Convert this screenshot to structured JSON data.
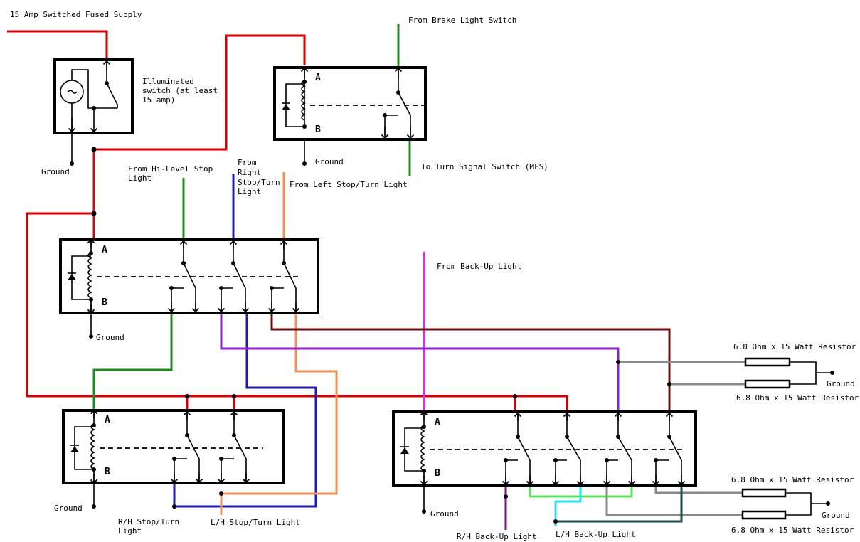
{
  "colors": {
    "red": "#d40000",
    "darkred": "#b01a1a",
    "green": "#1f8a1f",
    "blue": "#1d1daa",
    "orange": "#f0905a",
    "magenta": "#e12be1",
    "purple": "#8a22c8",
    "maroon": "#6b0d0d",
    "grey": "#8a8a8a",
    "limegreen": "#5de05d",
    "cyan": "#25e0f0",
    "darkpurple": "#6a1a6a",
    "darkteal": "#1a4a4a",
    "black": "#000000"
  },
  "labels": {
    "supply": "15 Amp Switched Fused Supply",
    "brake_switch": "From Brake Light Switch",
    "illum_1": "Illuminated",
    "illum_2": "switch (at least",
    "illum_3": "15 amp)",
    "turn_signal_switch": "To Turn Signal Switch (MFS)",
    "ground": "Ground",
    "hi_level_1": "From Hi-Level Stop",
    "hi_level_2": "Light",
    "right_stop_1": "From",
    "right_stop_2": "Right",
    "right_stop_3": "Stop/Turn",
    "right_stop_4": "Light",
    "left_stop": "From Left Stop/Turn Light",
    "backup": "From Back-Up Light",
    "relay_a": "A",
    "relay_b": "B",
    "resistor": "6.8 Ohm x 15 Watt Resistor",
    "rh_stop_1": "R/H Stop/Turn",
    "rh_stop_2": "Light",
    "lh_stop": "L/H Stop/Turn Light",
    "rh_backup": "R/H Back-Up Light",
    "lh_backup": "L/H Back-Up Light"
  }
}
